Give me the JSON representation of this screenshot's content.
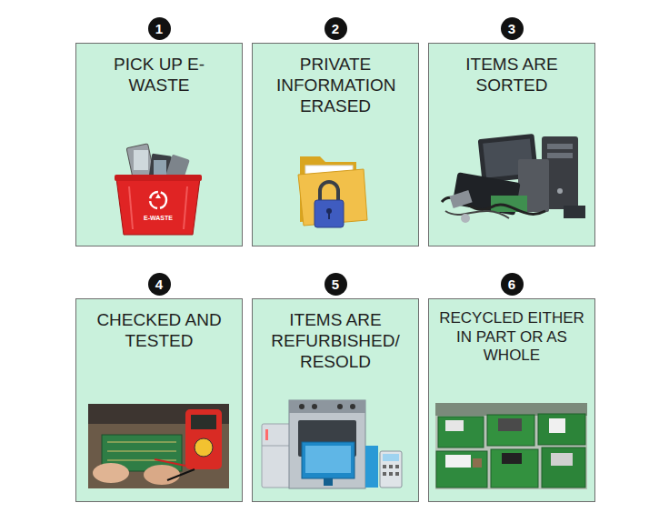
{
  "diagram": {
    "nodes": [
      {
        "text": [
          "PICK UP E-WASTE"
        ]
      },
      {
        "text": [
          "PRIVATE INFORMATION ERASED"
        ]
      },
      {
        "text": [
          "ITEMS ARE SORTED"
        ]
      },
      {
        "text": [
          "CHECKED AND TESTED"
        ]
      },
      {
        "text": [
          "ITEMS ARE REFURBISHED/ RESOLD"
        ]
      },
      {
        "text": [
          "RECYCLED EITHER IN PART OR AS WHOLE"
        ]
      }
    ],
    "labels": [
      "1",
      "2",
      "3",
      "4",
      "5",
      "6",
      "E-WASTE"
    ]
  }
}
